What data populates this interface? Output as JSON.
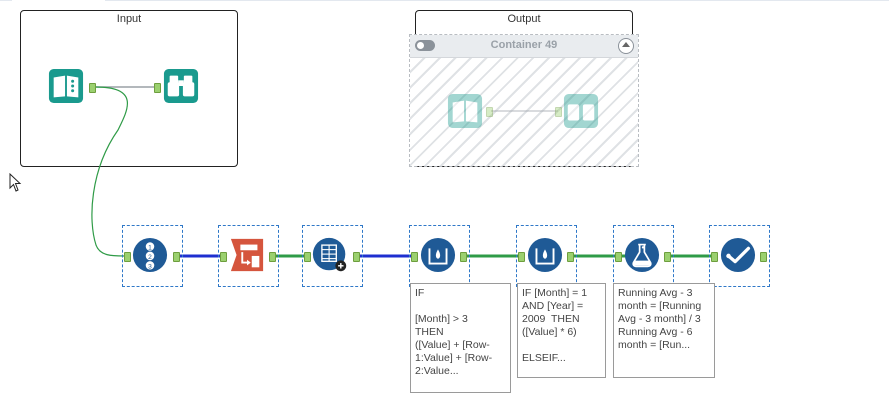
{
  "containers": {
    "input": {
      "title": "Input"
    },
    "output": {
      "title": "Output"
    },
    "container49": {
      "title": "Container 49"
    }
  },
  "tools": [
    {
      "name": "input-data-tool",
      "icon": "book-icon",
      "color": "#1a9a8e"
    },
    {
      "name": "browse-tool",
      "icon": "binoculars-icon",
      "color": "#1a9a8e"
    },
    {
      "name": "record-id-tool",
      "icon": "numbered-list-icon",
      "color": "#1f5a96"
    },
    {
      "name": "sort-tool",
      "icon": "sort-icon",
      "color": "#d5553d"
    },
    {
      "name": "multi-row-formula-tool",
      "icon": "multi-row-icon",
      "color": "#1f5a96"
    },
    {
      "name": "multi-row-formula-tool-2",
      "icon": "beaker-icon",
      "color": "#1f5a96"
    },
    {
      "name": "multi-row-formula-tool-3",
      "icon": "beaker-icon",
      "color": "#1f5a96"
    },
    {
      "name": "formula-tool",
      "icon": "flask-icon",
      "color": "#1f5a96"
    },
    {
      "name": "select-tool",
      "icon": "checkmark-icon",
      "color": "#1f5a96"
    }
  ],
  "annotations": {
    "note1": "IF\n\n[Month] > 3\nTHEN\n([Value] + [Row-1:Value] + [Row-2:Value...",
    "note2": "IF [Month] = 1 AND [Year] = 2009  THEN ([Value] * 6)\n\nELSEIF...",
    "note3": "Running Avg - 3 month = [Running Avg - 3 month] / 3\nRunning Avg - 6 month = [Run..."
  },
  "colors": {
    "connection_green": "#2f9b47",
    "connection_blue": "#1e2fd0",
    "anchor": "#9bd06f",
    "selection": "#2f78c8"
  }
}
